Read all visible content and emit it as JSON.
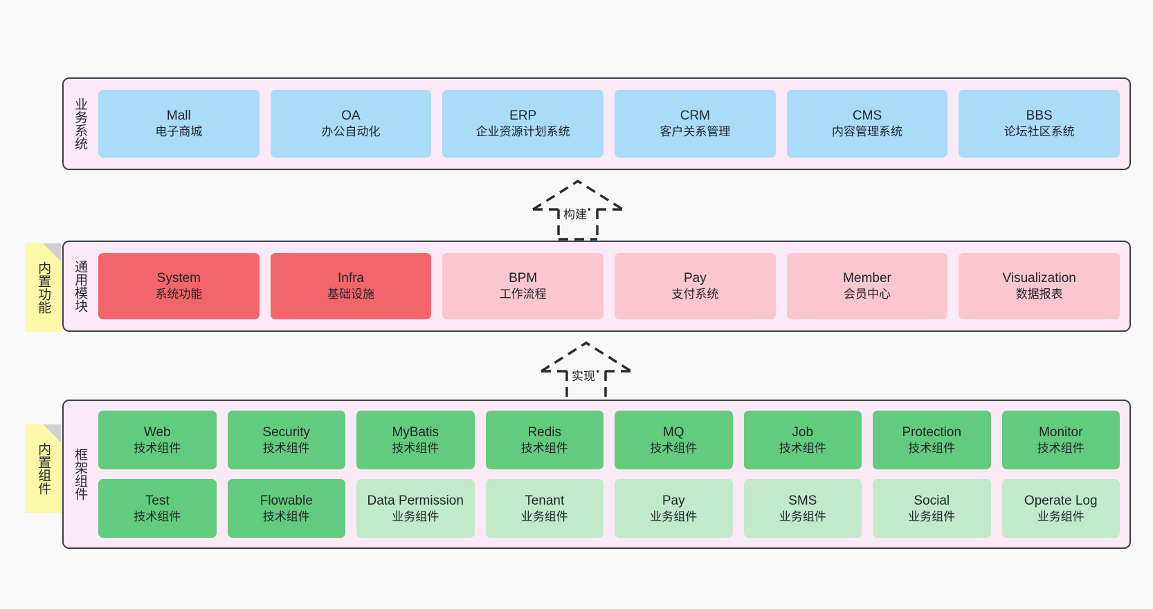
{
  "diagram": {
    "background": "#f8f8f8",
    "panel_fill": "#fbeaf6",
    "panel_stroke": "#3d3d47",
    "sticky_fill": "#fbf8a8"
  },
  "layers": [
    {
      "id": "business-system",
      "title": "业务系统",
      "boxes": [
        {
          "name": "Mall",
          "sub": "电子商城",
          "color": "#aadcfa"
        },
        {
          "name": "OA",
          "sub": "办公自动化",
          "color": "#aadcfa"
        },
        {
          "name": "ERP",
          "sub": "企业资源计划系统",
          "color": "#aadcfa"
        },
        {
          "name": "CRM",
          "sub": "客户关系管理",
          "color": "#aadcfa"
        },
        {
          "name": "CMS",
          "sub": "内容管理系统",
          "color": "#aadcfa"
        },
        {
          "name": "BBS",
          "sub": "论坛社区系统",
          "color": "#aadcfa"
        }
      ]
    },
    {
      "id": "common-module",
      "title": "通用模块",
      "sticky": "内置功能",
      "boxes": [
        {
          "name": "System",
          "sub": "系统功能",
          "color": "#f2666b"
        },
        {
          "name": "Infra",
          "sub": "基础设施",
          "color": "#f2666b"
        },
        {
          "name": "BPM",
          "sub": "工作流程",
          "color": "#fbc6d0"
        },
        {
          "name": "Pay",
          "sub": "支付系统",
          "color": "#fbc6d0"
        },
        {
          "name": "Member",
          "sub": "会员中心",
          "color": "#fbc6d0"
        },
        {
          "name": "Visualization",
          "sub": "数据报表",
          "color": "#fbc6d0"
        }
      ]
    },
    {
      "id": "framework-component",
      "title": "框架组件",
      "sticky": "内置组件",
      "rows": [
        [
          {
            "name": "Web",
            "sub": "技术组件",
            "color": "#63cb7d"
          },
          {
            "name": "Security",
            "sub": "技术组件",
            "color": "#63cb7d"
          },
          {
            "name": "MyBatis",
            "sub": "技术组件",
            "color": "#63cb7d"
          },
          {
            "name": "Redis",
            "sub": "技术组件",
            "color": "#63cb7d"
          },
          {
            "name": "MQ",
            "sub": "技术组件",
            "color": "#63cb7d"
          },
          {
            "name": "Job",
            "sub": "技术组件",
            "color": "#63cb7d"
          },
          {
            "name": "Protection",
            "sub": "技术组件",
            "color": "#63cb7d"
          },
          {
            "name": "Monitor",
            "sub": "技术组件",
            "color": "#63cb7d"
          }
        ],
        [
          {
            "name": "Test",
            "sub": "技术组件",
            "color": "#63cb7d"
          },
          {
            "name": "Flowable",
            "sub": "技术组件",
            "color": "#63cb7d"
          },
          {
            "name": "Data Permission",
            "sub": "业务组件",
            "color": "#c2e9ca"
          },
          {
            "name": "Tenant",
            "sub": "业务组件",
            "color": "#c2e9ca"
          },
          {
            "name": "Pay",
            "sub": "业务组件",
            "color": "#c2e9ca"
          },
          {
            "name": "SMS",
            "sub": "业务组件",
            "color": "#c2e9ca"
          },
          {
            "name": "Social",
            "sub": "业务组件",
            "color": "#c2e9ca"
          },
          {
            "name": "Operate Log",
            "sub": "业务组件",
            "color": "#c2e9ca"
          }
        ]
      ]
    }
  ],
  "arrows": [
    {
      "id": "build",
      "label": "构建"
    },
    {
      "id": "implement",
      "label": "实现"
    }
  ]
}
